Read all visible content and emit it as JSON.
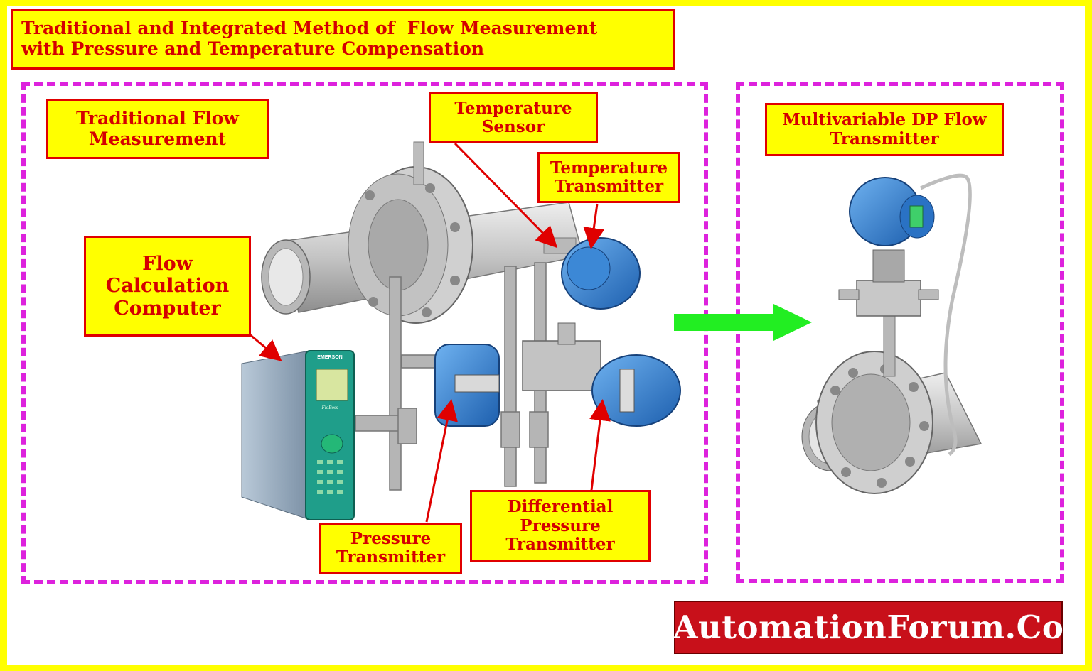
{
  "title": {
    "line1": "Traditional and Integrated Method of  Flow Measurement",
    "line2": "with Pressure and Temperature Compensation"
  },
  "left_panel": {
    "heading": {
      "line1": "Traditional Flow",
      "line2": "Measurement"
    },
    "labels": {
      "temperature_sensor": {
        "line1": "Temperature",
        "line2": "Sensor"
      },
      "temperature_transmitter": {
        "line1": "Temperature",
        "line2": "Transmitter"
      },
      "flow_computer": {
        "line1": "Flow",
        "line2": "Calculation",
        "line3": "Computer"
      },
      "pressure_transmitter": {
        "line1": "Pressure",
        "line2": "Transmitter"
      },
      "dp_transmitter": {
        "line1": "Differential",
        "line2": "Pressure",
        "line3": "Transmitter"
      }
    },
    "computer_branding": {
      "brand": "EMERSON",
      "model": "FloBoss"
    }
  },
  "right_panel": {
    "heading": {
      "line1": "Multivariable DP Flow",
      "line2": "Transmitter"
    }
  },
  "footer": {
    "brand": "AutomationForum.Co"
  },
  "colors": {
    "background": "#ffff00",
    "label_fill": "#ffff00",
    "label_text": "#d40000",
    "dashed_border": "#dd22dd",
    "arrow_red": "#e00000",
    "arrow_green": "#22ee22",
    "brand_bg": "#c8101a",
    "transmitter_blue": "#2f7fd0",
    "pipe_gray": "#c8c8c8"
  }
}
